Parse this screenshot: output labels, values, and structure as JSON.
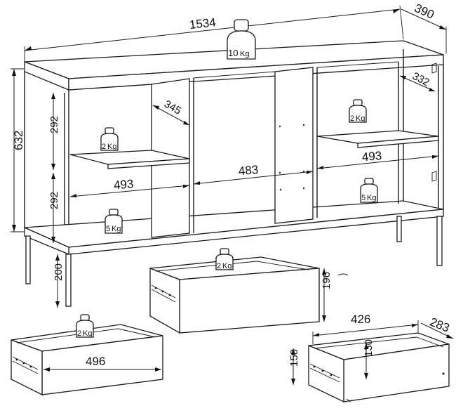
{
  "dimensions": {
    "width": "1534",
    "depth": "390",
    "height": "632",
    "compartment_height_upper": "292",
    "compartment_height_lower": "292",
    "leg_height": "200",
    "left_shelf_depth": "345",
    "right_shelf_depth": "332",
    "left_width": "493",
    "middle_width": "483",
    "right_width": "493",
    "drawer_height": "196",
    "left_drawer_width": "496",
    "small_drawer_width": "426",
    "small_drawer_depth": "283",
    "small_drawer_height": "150",
    "small_drawer_inner_height": "130"
  },
  "load_weights": {
    "top": "10",
    "left_shelf": "2",
    "left_bottom": "5",
    "right_shelf": "2",
    "right_bottom": "5",
    "drawer_center": "2",
    "drawer_left": "2"
  },
  "weight_unit": "Kg"
}
